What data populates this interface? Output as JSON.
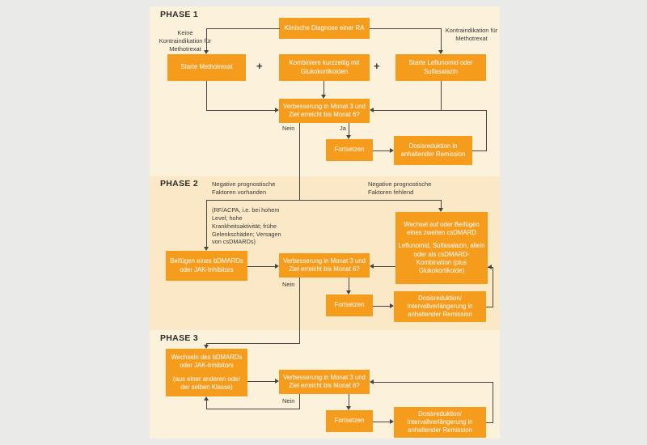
{
  "colors": {
    "box_orange": "#F59C1D",
    "bg_phase": "#FCF2DB",
    "bg_phase2": "#FAE8C6",
    "bg_outer": "#EAEAE8",
    "line": "#454440",
    "text": "#3A3937"
  },
  "phase1": {
    "label": "PHASE 1",
    "diagnosis": "Klinische Diagnose einer RA",
    "note_no_contra": "Keine Kontraindikation für Methotrexat",
    "note_contra": "Kontraindikation für Methotrexat",
    "start_mtx": "Starte Methotrexat",
    "plus": "+",
    "combine_gc": "Kombiniere kurzzeitig mit Glukokortikoiden",
    "start_lef": "Starte Leflunomid oder Sulfasalazin",
    "improve": "Verbesserung in Monat 3 und Ziel erreicht bis Monat 6?",
    "no": "Nein",
    "yes": "Ja",
    "continue": "Fortsetzen",
    "dose_reduction": "Dosisreduktion in anhaltender Remission"
  },
  "phase2": {
    "label": "PHASE 2",
    "neg_present": "Negative prognostische Faktoren vorhanden",
    "neg_present_detail": "(RF/ACPA, i.e. bei hohem Level; hohe Krankheitsaktivität; frühe Gelenkschäden; Versagen von csDMARDs)",
    "neg_absent": "Negative prognostische Faktoren fehlend",
    "add_bdmard": "Beifügen eines bDMARDs oder JAK-Inhibitors",
    "switch_csdmard_title": "Wechsel auf oder Beifügen eines zweiten csDMARD",
    "switch_csdmard_detail": "Leflunomid, Sulfasalazin, allein oder als csDMARD-Kombination (plus Glukokortikoide)",
    "improve": "Verbesserung in Monat 3 und Ziel erreicht bis Monat 6?",
    "no": "Nein",
    "continue": "Fortsetzen",
    "dose_reduction": "Dosisreduktion/ Intervallverlängerung in anhaltender Remission"
  },
  "phase3": {
    "label": "PHASE 3",
    "switch_bdmard_title": "Wechseln des bDMARDs oder JAK-Inhibitors",
    "switch_bdmard_detail": "(aus einer anderen oder der selben Klasse)",
    "improve": "Verbesserung in Monat 3 und Ziel erreicht bis Monat 6?",
    "no": "Nein",
    "continue": "Fortsetzen",
    "dose_reduction": "Dosisreduktion/ Intervallverlängerung in anhaltender Remission"
  }
}
